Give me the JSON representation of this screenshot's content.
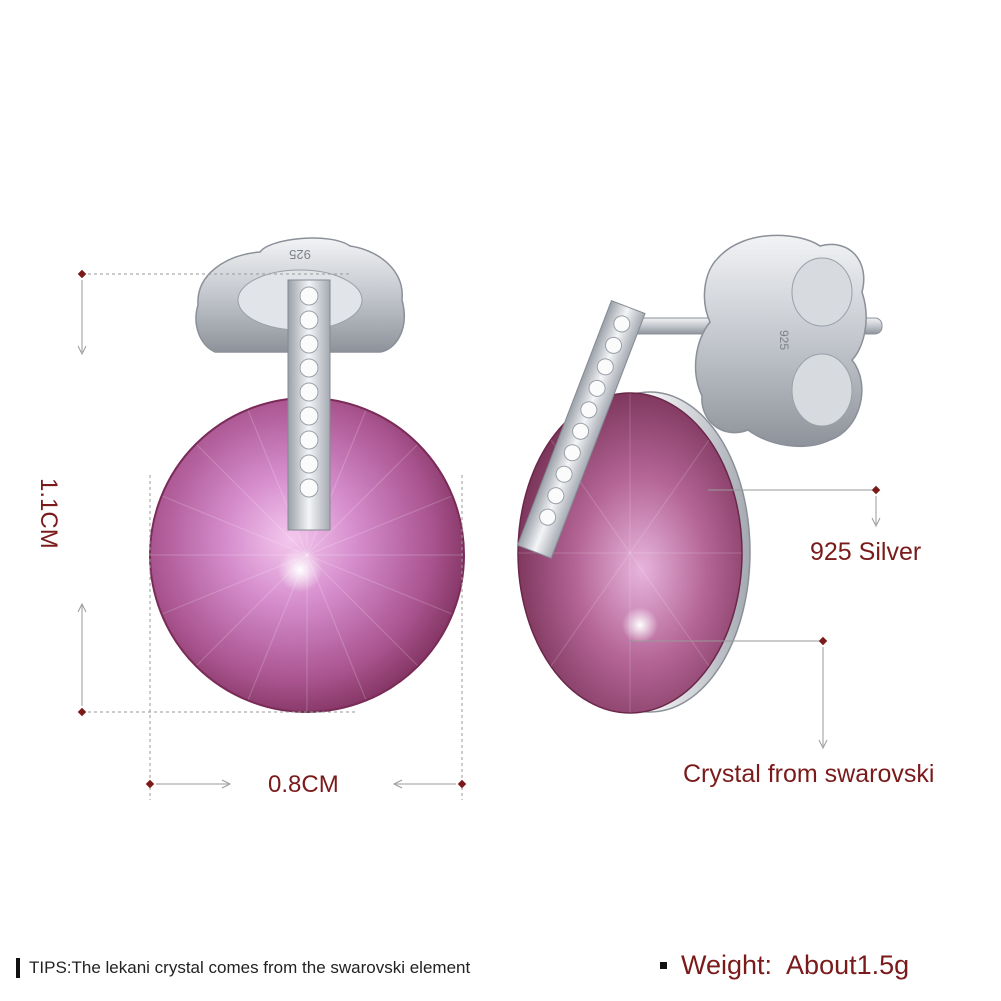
{
  "dimensions": {
    "width_label": "0.8CM",
    "height_label": "1.1CM"
  },
  "callouts": {
    "silver": "925 Silver",
    "crystal": "Crystal from swarovski"
  },
  "stamp": "925",
  "footer": {
    "tips": "TIPS:The lekani crystal comes from the swarovski element",
    "weight_label": "Weight:",
    "weight_value": "About1.5g"
  },
  "colors": {
    "label": "#7a1a1a",
    "crystal": "#b05a8e",
    "crystal_dark": "#6e2d52",
    "silver": "#d4d7dc",
    "guide": "#9a9a9a"
  }
}
